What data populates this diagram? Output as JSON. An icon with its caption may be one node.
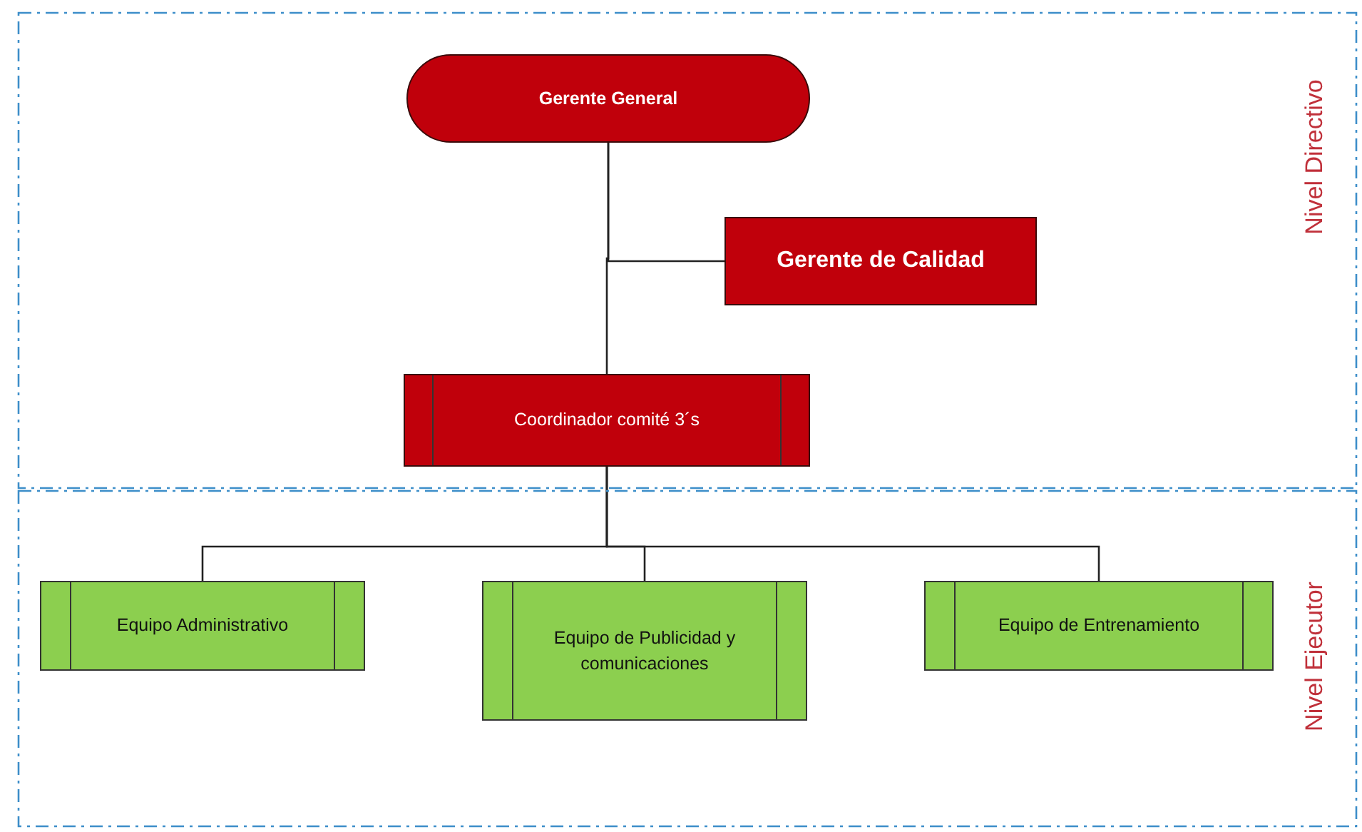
{
  "diagram": {
    "nodes": [
      {
        "text": [
          "Nivel Directivo"
        ]
      },
      {
        "text": [
          "Nivel Ejecutor"
        ]
      },
      {
        "text": [
          "Gerente General"
        ],
        "in": 0
      },
      {
        "text": [
          "Gerente de Calidad"
        ],
        "in": 0
      },
      {
        "text": [
          "Coordinador comité 3´s"
        ],
        "in": 0
      },
      {
        "text": [
          "Equipo Administrativo"
        ],
        "in": 1
      },
      {
        "text": [
          "Equipo de Publicidad y comunicaciones"
        ],
        "in": 1
      },
      {
        "text": [
          "Equipo de Entrenamiento"
        ],
        "in": 1
      }
    ],
    "edges": [
      {
        "from": 2,
        "to": 4,
        "arrow": "none"
      },
      {
        "from": 2,
        "to": 3,
        "arrow": "none"
      },
      {
        "from": 4,
        "to": 5,
        "arrow": "none"
      },
      {
        "from": 4,
        "to": 6,
        "arrow": "none"
      },
      {
        "from": 4,
        "to": 7,
        "arrow": "none"
      }
    ]
  }
}
